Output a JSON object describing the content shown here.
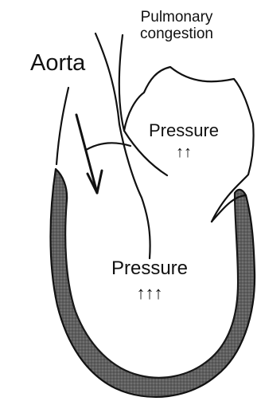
{
  "labels": {
    "aorta": "Aorta",
    "pulmonary_line1": "Pulmonary",
    "pulmonary_line2": "congestion",
    "atrium_pressure": "Pressure",
    "atrium_arrows": "↑↑",
    "ventricle_pressure": "Pressure",
    "ventricle_arrows": "↑↑↑"
  },
  "colors": {
    "outline": "#111111",
    "wall_fill": "#6e6e6e",
    "background": "#ffffff"
  }
}
